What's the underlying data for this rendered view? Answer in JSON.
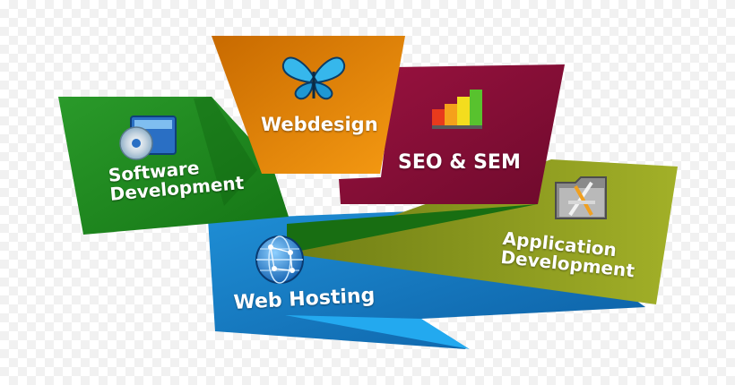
{
  "banner": {
    "items": [
      {
        "id": "webdesign",
        "lines": [
          "Webdesign"
        ],
        "icon": "butterfly-icon",
        "color": "#e08a0b"
      },
      {
        "id": "seo",
        "lines": [
          "SEO & SEM"
        ],
        "icon": "bar-chart-icon",
        "color": "#8e0f37"
      },
      {
        "id": "software",
        "lines": [
          "Software",
          "Development"
        ],
        "icon": "software-box-icon",
        "color": "#1e8a1e"
      },
      {
        "id": "application",
        "lines": [
          "Application",
          "Development"
        ],
        "icon": "application-folder-icon",
        "color": "#8a9a1c"
      },
      {
        "id": "hosting",
        "lines": [
          "Web Hosting"
        ],
        "icon": "globe-network-icon",
        "color": "#1479c0"
      }
    ]
  }
}
